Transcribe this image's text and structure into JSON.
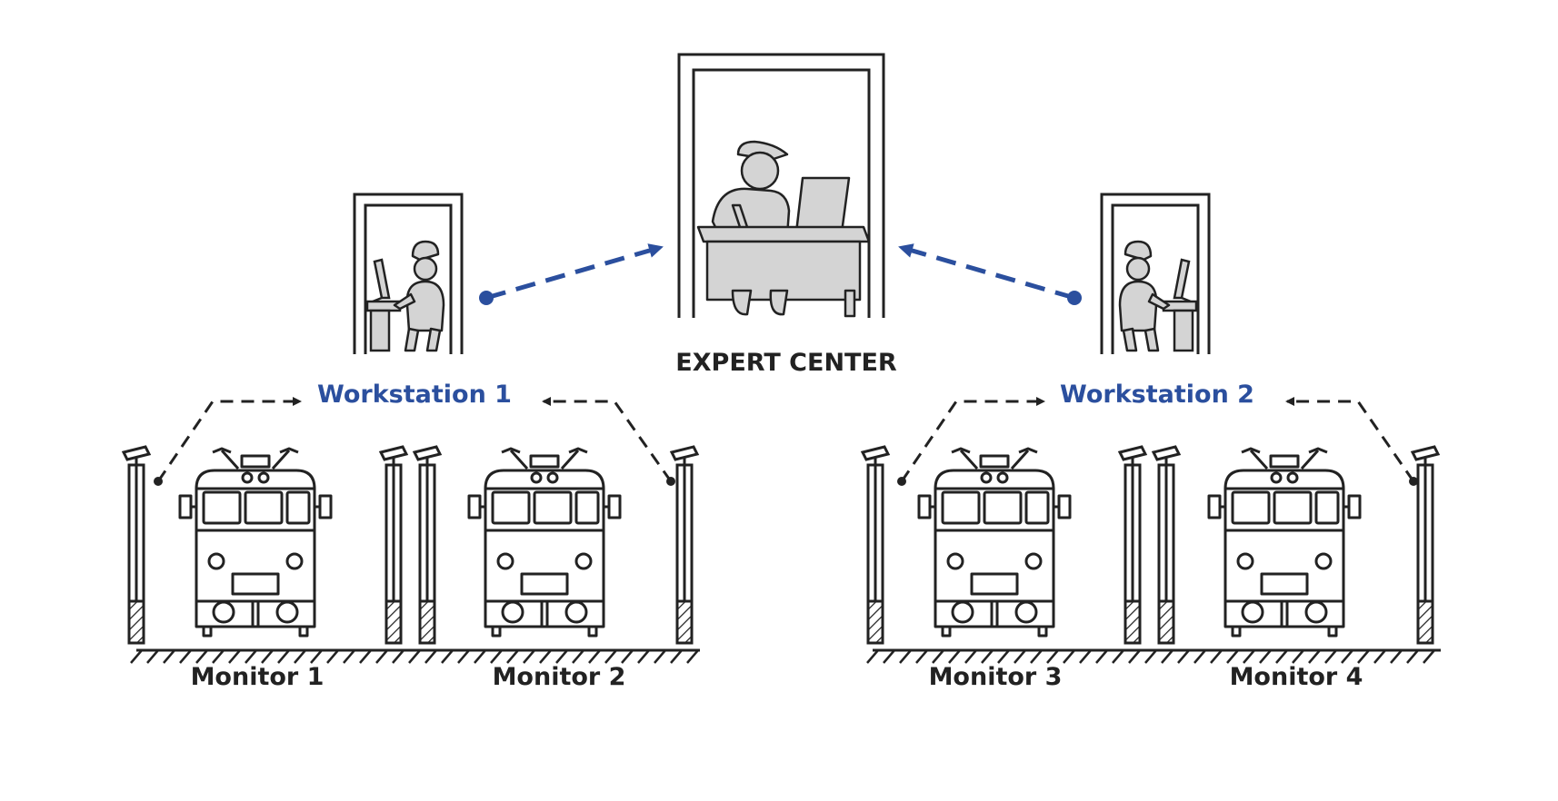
{
  "diagram": {
    "expert_center": {
      "label": "EXPERT CENTER"
    },
    "workstations": [
      {
        "label": "Workstation 1"
      },
      {
        "label": "Workstation 2"
      }
    ],
    "monitors": [
      {
        "label": "Monitor 1"
      },
      {
        "label": "Monitor 2"
      },
      {
        "label": "Monitor 3"
      },
      {
        "label": "Monitor 4"
      }
    ]
  },
  "colors": {
    "accent_blue": "#2b4f9e",
    "line": "#222222",
    "figure_fill": "#d4d4d4"
  }
}
